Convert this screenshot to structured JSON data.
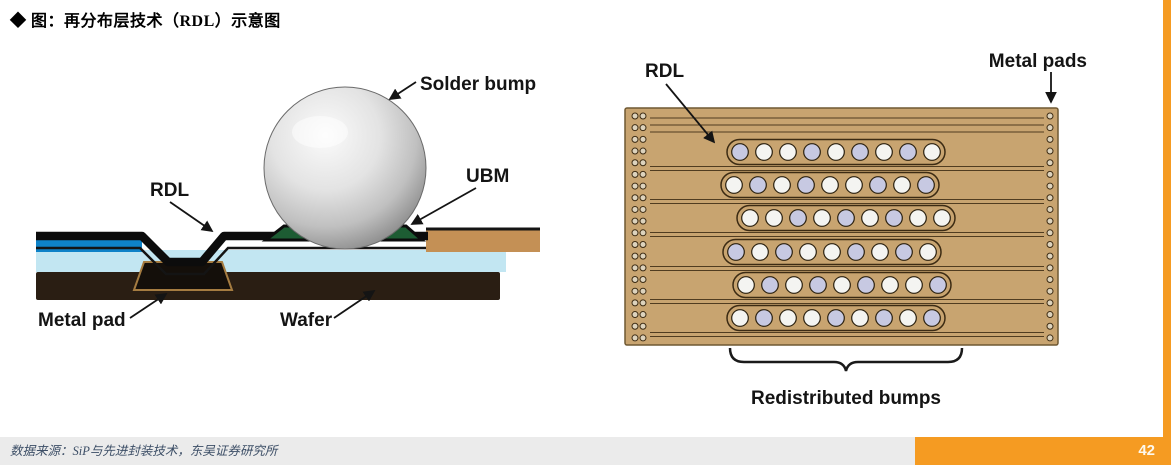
{
  "page": {
    "title": "◆ 图：再分布层技术（RDL）示意图",
    "accent_color": "#F59B22",
    "footer": {
      "source": "数据来源：SiP与先进封装技术，东吴证券研究所",
      "page_number": "42"
    }
  },
  "cross_section": {
    "labels": {
      "solder_bump": "Solder bump",
      "rdl": "RDL",
      "ubm": "UBM",
      "metal_pad": "Metal pad",
      "wafer": "Wafer"
    },
    "colors": {
      "sphere": "#d9d9d9",
      "ubm": "#1d5c33",
      "passivation": "#0e82c8",
      "dielectric": "#c2e6f2",
      "wafer": "#2a1e13",
      "substrate": "#c49055",
      "trace": "#0c0c0c",
      "metal_pad": "#140f0a"
    }
  },
  "top_view": {
    "labels": {
      "rdl": "RDL",
      "metal_pads": "Metal pads",
      "redistributed_bumps": "Redistributed bumps"
    },
    "board": {
      "bump_rows": 6,
      "bumps_per_row": 9,
      "edge_pad_count": 20
    },
    "colors": {
      "board": "#c8a470",
      "board_border": "#6f5832",
      "trace": "#3c2b13",
      "bump_white": "#f4f4f1",
      "bump_lavender": "#c7c9e2",
      "pad_fill": "#ddd3bd"
    }
  }
}
